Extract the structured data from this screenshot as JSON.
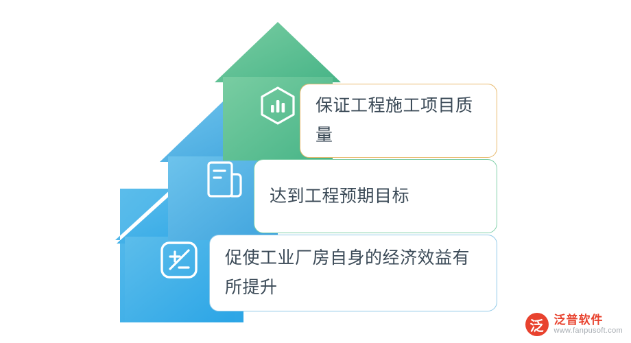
{
  "diagram": {
    "title": "",
    "type": "arrow-steps",
    "colors": {
      "arrow_top_start": "#6fc79b",
      "arrow_top_end": "#54b98e",
      "arrow_mid_start": "#61bcea",
      "arrow_mid_end": "#4aa8e0",
      "arrow_bottom_start": "#4fb6e8",
      "arrow_bottom_end": "#35a9e6",
      "card1_border": "#e8b96c",
      "card2_border": "#7fcfa8",
      "card3_border": "#8fc9e8",
      "text": "#3b4a57"
    },
    "steps": [
      {
        "id": "step-1",
        "icon": "chart-bars-hexagon-icon",
        "text": "保证工程施工项目质量"
      },
      {
        "id": "step-2",
        "icon": "document-book-icon",
        "text": "达到工程预期目标"
      },
      {
        "id": "step-3",
        "icon": "plus-minus-calculator-icon",
        "text": "促使工业厂房自身的经济效益有所提升"
      }
    ]
  },
  "watermark": {
    "logo_char": "泛",
    "title": "泛普软件",
    "subtitle": "www.fanpusoft.com"
  }
}
